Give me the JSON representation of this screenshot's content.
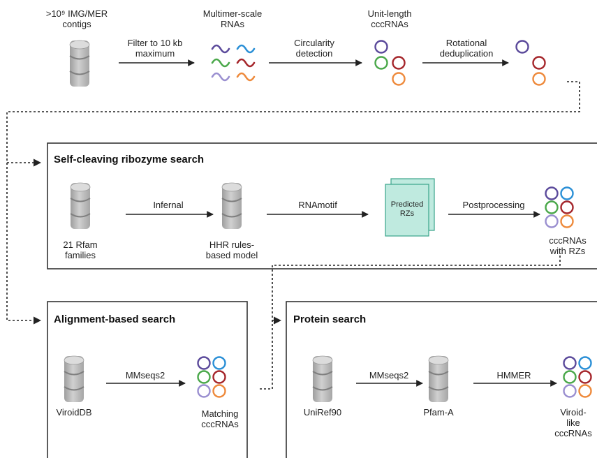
{
  "top_row": {
    "source_label": ">10⁹ IMG/MER\ncontigs",
    "multimer_label": "Multimer-scale\nRNAs",
    "unit_label": "Unit-length\ncccRNAs",
    "step1": "Filter to 10 kb\nmaximum",
    "step2": "Circularity\ndetection",
    "step3": "Rotational\ndeduplication"
  },
  "ribozyme": {
    "title": "Self-cleaving ribozyme search",
    "db1_label": "21 Rfam\nfamilies",
    "db2_label": "HHR rules-\nbased model",
    "doc_label": "Predicted\nRZs",
    "out_label": "cccRNAs\nwith RZs",
    "step1": "Infernal",
    "step2": "RNAmotif",
    "step3": "Postprocessing"
  },
  "alignment": {
    "title": "Alignment-based search",
    "db_label": "ViroidDB",
    "step": "MMseqs2",
    "out_label": "Matching\ncccRNAs"
  },
  "protein": {
    "title": "Protein search",
    "db1_label": "UniRef90",
    "db2_label": "Pfam-A",
    "step1": "MMseqs2",
    "step2": "HMMER",
    "out_label": "Viroid-\nlike\ncccRNAs"
  },
  "colors": {
    "purple": "#5b4a9b",
    "blue": "#2a8fd6",
    "green": "#4aa84a",
    "red": "#a5262b",
    "lavender": "#9a8fd0",
    "orange": "#ee8a3c",
    "db_fill": "#b8b8b8",
    "doc_fill": "#bfeadf",
    "doc_stroke": "#3aa38a"
  }
}
